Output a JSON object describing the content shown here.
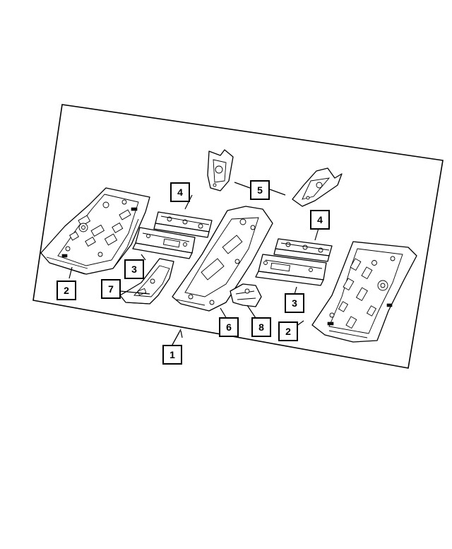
{
  "callouts": [
    {
      "id": "c1",
      "label": "1"
    },
    {
      "id": "c2a",
      "label": "2"
    },
    {
      "id": "c2b",
      "label": "2"
    },
    {
      "id": "c3a",
      "label": "3"
    },
    {
      "id": "c3b",
      "label": "3"
    },
    {
      "id": "c4a",
      "label": "4"
    },
    {
      "id": "c4b",
      "label": "4"
    },
    {
      "id": "c5",
      "label": "5"
    },
    {
      "id": "c6",
      "label": "6"
    },
    {
      "id": "c7",
      "label": "7"
    },
    {
      "id": "c8",
      "label": "8"
    }
  ]
}
